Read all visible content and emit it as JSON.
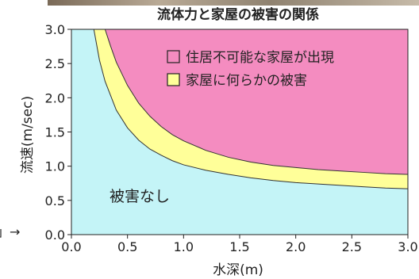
{
  "chart_data": {
    "type": "area",
    "title": "流体力と家屋の被害の関係",
    "xlabel": "水深(m)",
    "ylabel": "流速(m/sec)",
    "xlim": [
      0.0,
      3.0
    ],
    "ylim": [
      0.0,
      3.0
    ],
    "x_ticks": [
      "0.0",
      "0.5",
      "1.0",
      "1.5",
      "2.0",
      "2.5",
      "3.0"
    ],
    "y_ticks": [
      "0.0",
      "0.5",
      "1.0",
      "1.5",
      "2.0",
      "2.5",
      "3.0"
    ],
    "grid": false,
    "legend_position": "top-right",
    "left_edge_label": "」→",
    "annotation": "被害なし",
    "series": [
      {
        "name": "住居不可能な家屋が出現",
        "color": "#f48cc0",
        "boundary_x": [
          0.3,
          0.35,
          0.4,
          0.5,
          0.6,
          0.7,
          0.8,
          0.9,
          1.0,
          1.2,
          1.4,
          1.6,
          1.8,
          2.0,
          2.2,
          2.4,
          2.6,
          2.8,
          3.0
        ],
        "boundary_y": [
          3.0,
          2.75,
          2.52,
          2.18,
          1.92,
          1.73,
          1.58,
          1.46,
          1.37,
          1.23,
          1.13,
          1.06,
          1.01,
          0.98,
          0.95,
          0.93,
          0.91,
          0.89,
          0.88
        ]
      },
      {
        "name": "家屋に何らかの被害",
        "color": "#ffff99",
        "boundary_x": [
          0.2,
          0.25,
          0.3,
          0.4,
          0.5,
          0.6,
          0.7,
          0.8,
          0.9,
          1.0,
          1.2,
          1.4,
          1.6,
          1.8,
          2.0,
          2.2,
          2.4,
          2.6,
          2.8,
          3.0
        ],
        "boundary_y": [
          3.0,
          2.55,
          2.24,
          1.82,
          1.56,
          1.38,
          1.25,
          1.16,
          1.08,
          1.02,
          0.94,
          0.88,
          0.83,
          0.79,
          0.76,
          0.74,
          0.72,
          0.7,
          0.68,
          0.67
        ]
      },
      {
        "name": "被害なし",
        "color": "#c4f4f7"
      }
    ]
  }
}
